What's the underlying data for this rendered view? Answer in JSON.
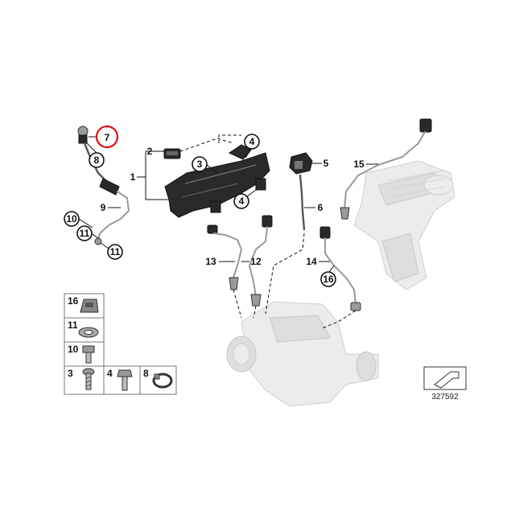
{
  "callouts": [
    {
      "id": "c1",
      "text": "1"
    },
    {
      "id": "c2",
      "text": "2"
    },
    {
      "id": "c3",
      "text": "3"
    },
    {
      "id": "c4a",
      "text": "4"
    },
    {
      "id": "c4b",
      "text": "4"
    },
    {
      "id": "c5",
      "text": "5"
    },
    {
      "id": "c6",
      "text": "6"
    },
    {
      "id": "c7",
      "text": "7"
    },
    {
      "id": "c8",
      "text": "8"
    },
    {
      "id": "c9",
      "text": "9"
    },
    {
      "id": "c10",
      "text": "10"
    },
    {
      "id": "c11a",
      "text": "11"
    },
    {
      "id": "c11b",
      "text": "11"
    },
    {
      "id": "c12",
      "text": "12"
    },
    {
      "id": "c13",
      "text": "13"
    },
    {
      "id": "c14",
      "text": "14"
    },
    {
      "id": "c15",
      "text": "15"
    },
    {
      "id": "c16",
      "text": "16"
    }
  ],
  "legend": {
    "items": [
      "16",
      "11",
      "10",
      "3",
      "4",
      "8"
    ]
  },
  "diagram_number": "327592",
  "highlight_color": "#e0101a"
}
